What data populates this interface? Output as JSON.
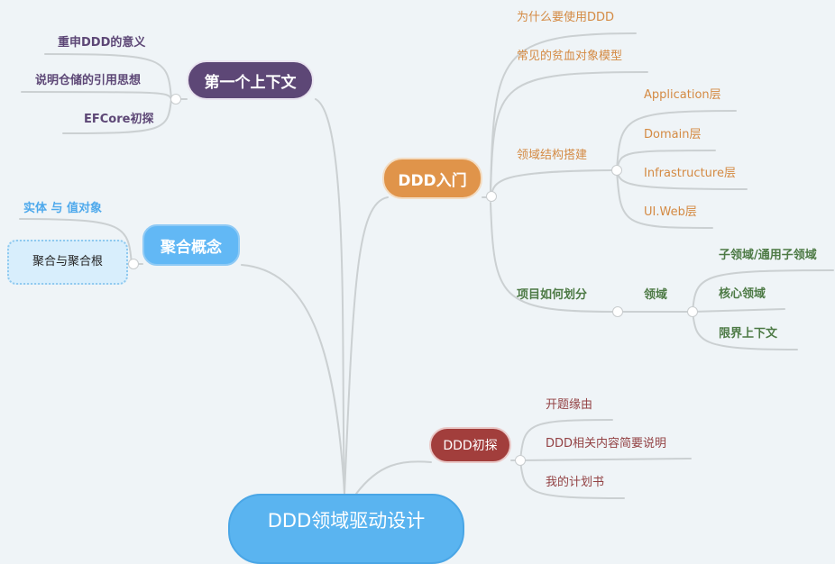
{
  "root": {
    "label": "DDD领域驱动设计",
    "color": "#5ab4f0"
  },
  "branches": {
    "context": {
      "label": "第一个上下文",
      "color": "#5d4776",
      "children": [
        "重申DDD的意义",
        "说明仓储的引用思想",
        "EFCore初探"
      ]
    },
    "aggregate": {
      "label": "聚合概念",
      "color": "#62b8f5",
      "children": [
        "实体 与 值对象",
        "聚合与聚合根"
      ]
    },
    "intro": {
      "label": "DDD入门",
      "color": "#e0944a",
      "children": [
        "为什么要使用DDD",
        "常见的贫血对象模型",
        "领域结构搭建",
        "项目如何划分"
      ],
      "layers": [
        "Application层",
        "Domain层",
        "Infrastructure层",
        "UI.Web层"
      ],
      "domain_label": "领域",
      "domain_children": [
        "子领域/通用子领域",
        "核心领域",
        "限界上下文"
      ]
    },
    "explore": {
      "label": "DDD初探",
      "color": "#a23e3c",
      "children": [
        "开题缘由",
        "DDD相关内容简要说明",
        "我的计划书"
      ]
    }
  },
  "colors": {
    "line": "#cbd0d2",
    "context_text": "#5d4776",
    "aggregate_text": "#4ea9ec",
    "intro_text": "#d48a43",
    "green_text": "#4d7a45",
    "explore_text": "#934244"
  }
}
